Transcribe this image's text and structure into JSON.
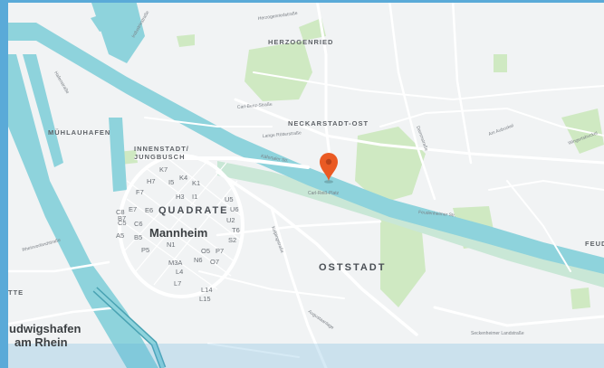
{
  "map": {
    "colors": {
      "land": "#f1f3f4",
      "road": "#ffffff",
      "water": "#8ed3dc",
      "park": "#cfe9c2",
      "rail": "#c9e7d6",
      "marker": "#ea5a23",
      "border": "#5aaad8"
    },
    "marker_icon": "location-pin-icon",
    "districts": {
      "herzogenried": "HERZOGENRIED",
      "neckarstadt_ost": "NECKARSTADT-OST",
      "muhlauhafen": "MÜHLAUHAFEN",
      "innenstadt_line1": "INNENSTADT/",
      "innenstadt_line2": "JUNGBUSCH",
      "quadrate": "QUADRATE",
      "oststadt": "OSTSTADT",
      "feud": "FEUD",
      "tte": "TTE"
    },
    "cities": {
      "mannheim": "Mannheim",
      "ludwigshafen_line1": "udwigshafen",
      "ludwigshafen_line2": "am Rhein"
    },
    "streets": {
      "s1": "Herzogenriedstraße",
      "s2": "Carl-Benz-Straße",
      "s3": "Lange Rötterstraße",
      "s4": "Käfertaler Str.",
      "s5": "Kolpingstraße",
      "s6": "Augustaanlage",
      "s7": "Seckenheimer Landstraße",
      "s8": "Feudenheimer Str.",
      "s9": "Am Aubuckel",
      "s10": "Carl-Reiß-Platz",
      "s11": "Rheinvorlandstraße",
      "s12": "Industriestraße",
      "s13": "Dammstraße",
      "s14": "Hafenstraße",
      "s15": "Wingertsbuckel"
    },
    "quadrate": {
      "q1": "K7",
      "q2": "H7",
      "q3": "I5",
      "q4": "K4",
      "q5": "K1",
      "q6": "F7",
      "q7": "H3",
      "q8": "I1",
      "q9": "U5",
      "q10": "U6",
      "q11": "C8",
      "q12": "E7",
      "q13": "E6",
      "q14": "C5",
      "q15": "B7",
      "q16": "C6",
      "q17": "U2",
      "q18": "T6",
      "q19": "A5",
      "q20": "B5",
      "q21": "P5",
      "q22": "S2",
      "q23": "N1",
      "q24": "O5",
      "q25": "P7",
      "q26": "M3A",
      "q27": "N6",
      "q28": "O7",
      "q29": "L4",
      "q30": "L7",
      "q31": "L14",
      "q32": "L15"
    }
  }
}
